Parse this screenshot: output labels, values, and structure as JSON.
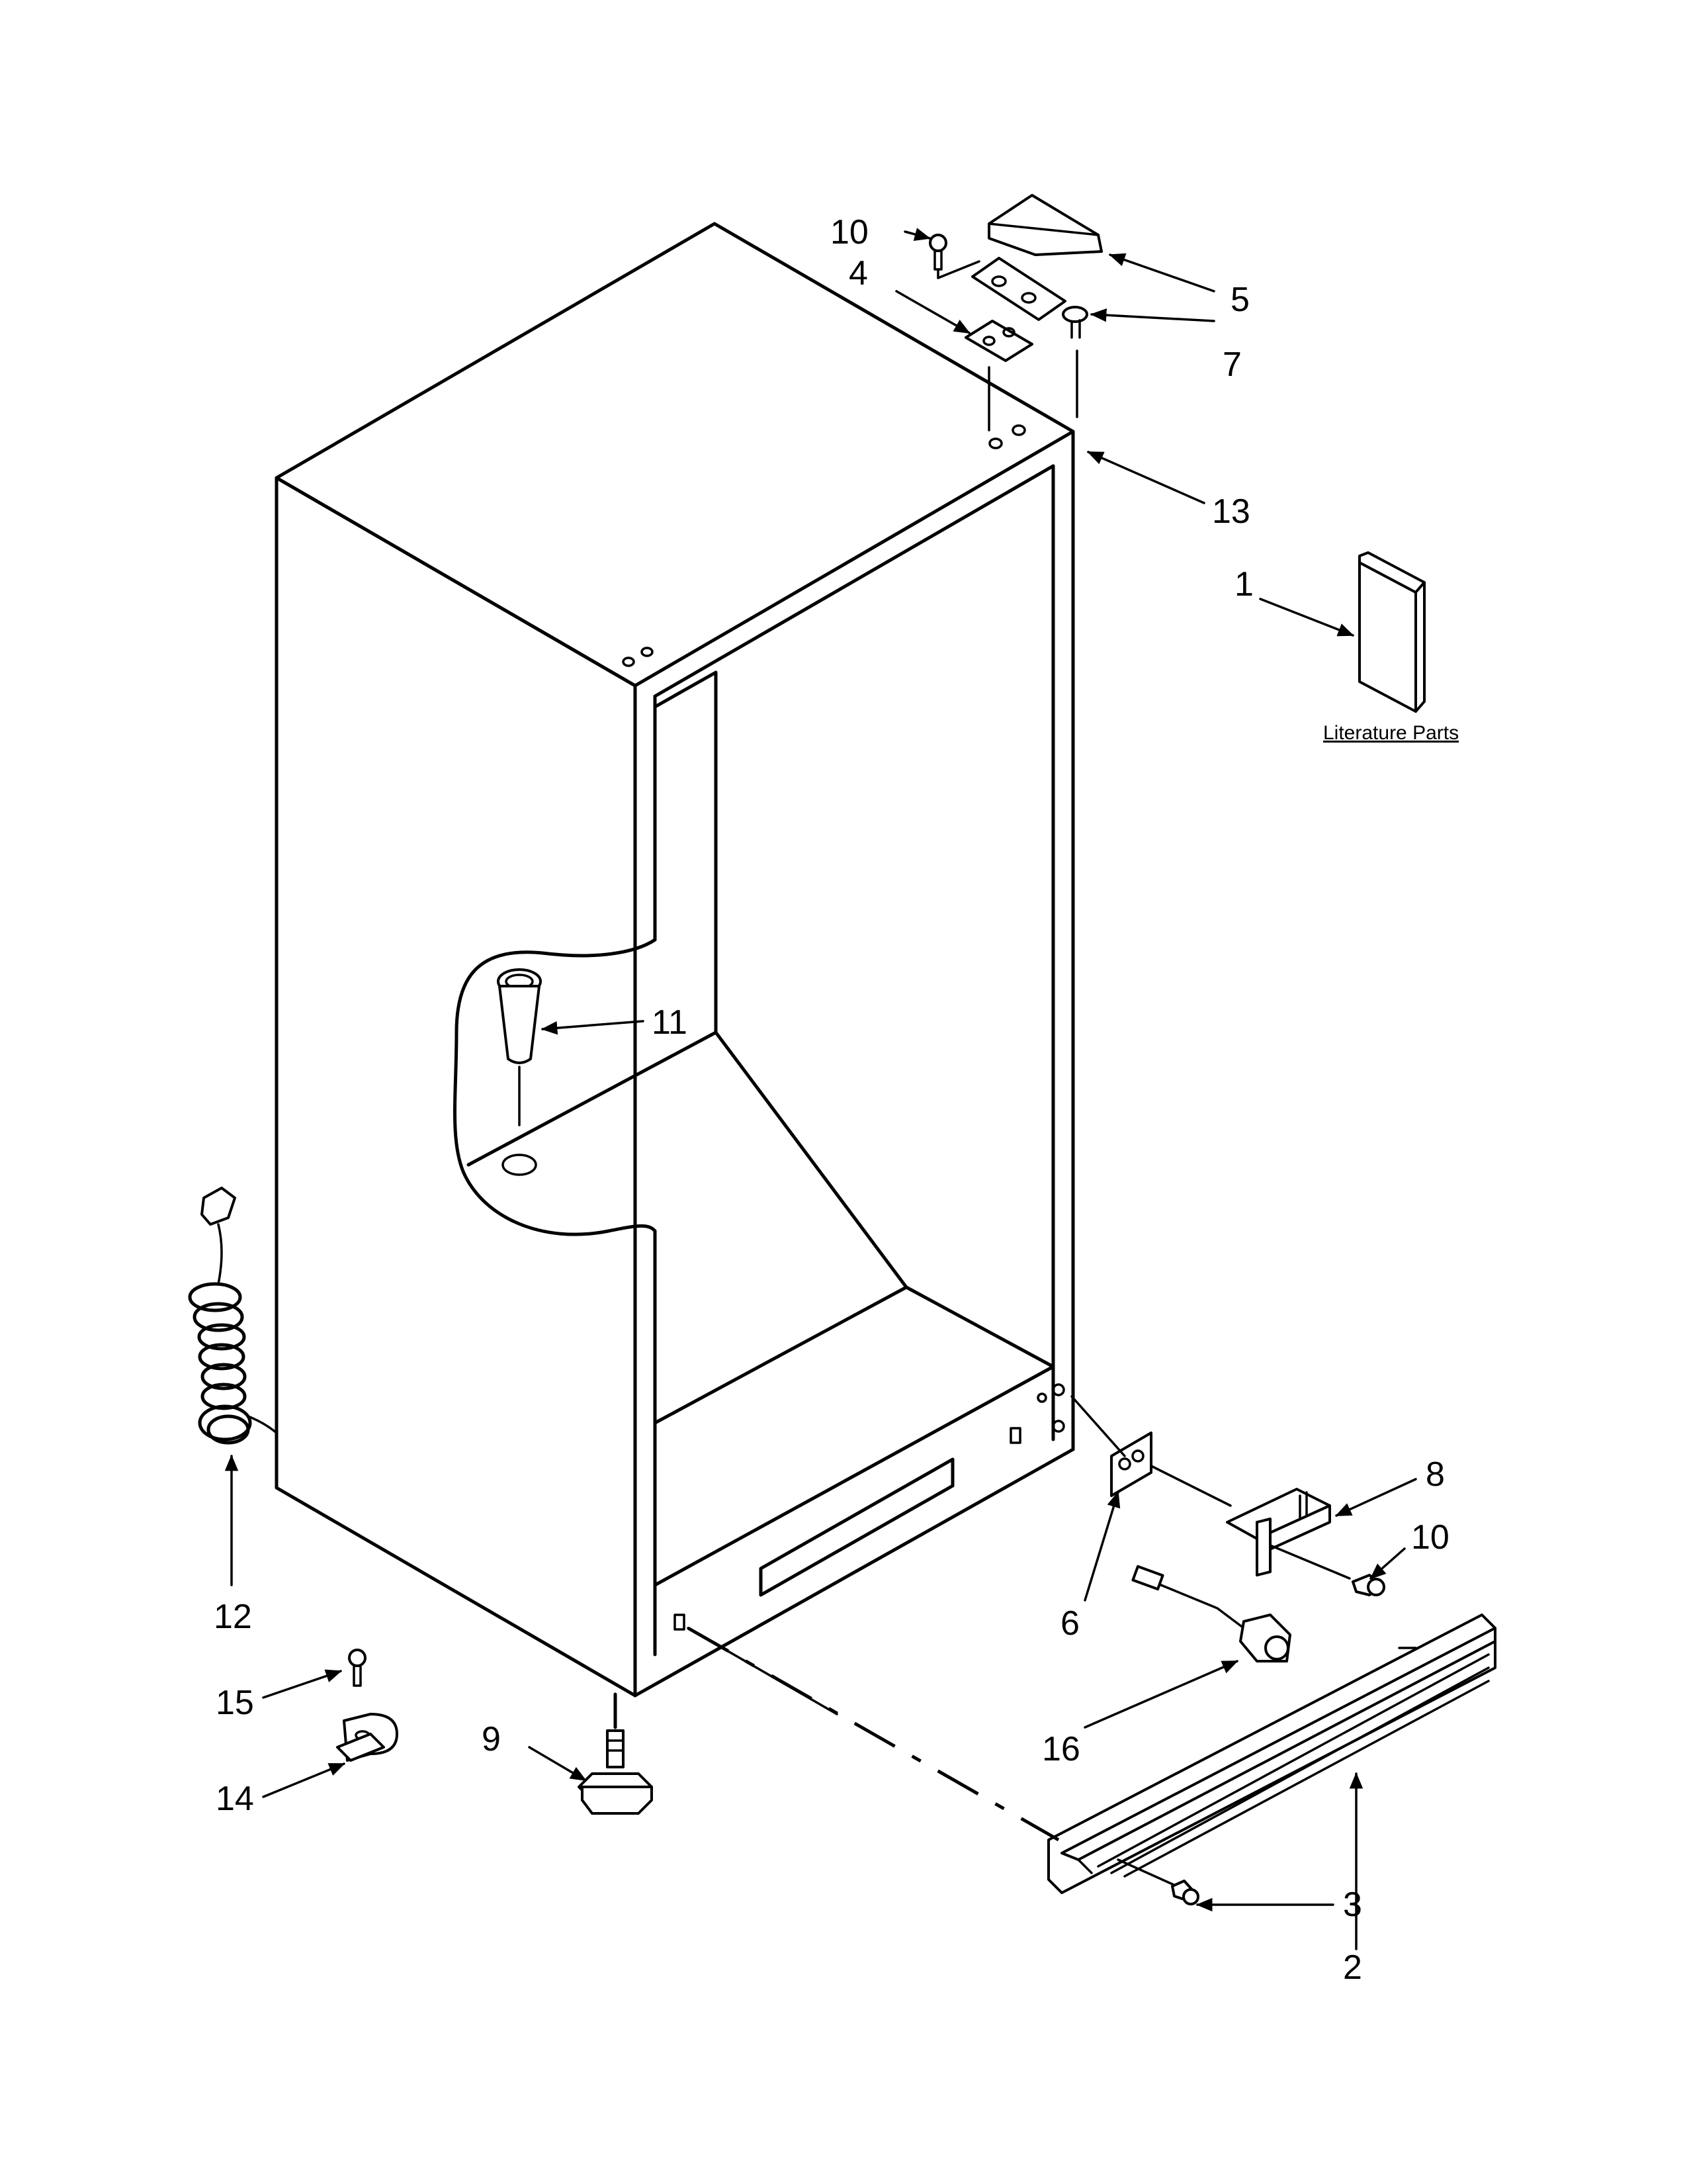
{
  "literature_label": "Literature Parts",
  "callouts": {
    "p1": "1",
    "p2": "2",
    "p3": "3",
    "p4": "4",
    "p5": "5",
    "p6": "6",
    "p7": "7",
    "p8": "8",
    "p9": "9",
    "p10_top": "10",
    "p10_right": "10",
    "p11": "11",
    "p12": "12",
    "p13": "13",
    "p14": "14",
    "p15": "15",
    "p16": "16"
  }
}
